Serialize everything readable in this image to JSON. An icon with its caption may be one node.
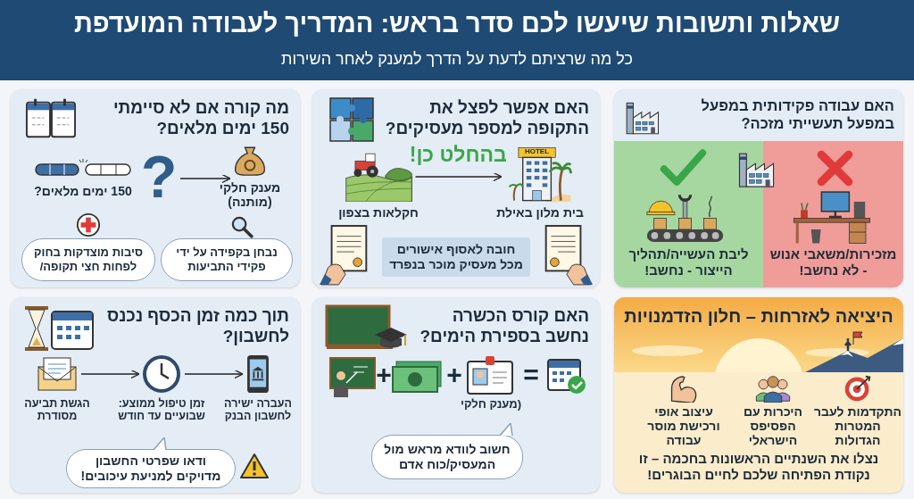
{
  "diagram": {
    "title": "שאלות ותשובות שיעשו לכם סדר בראש: המדריך לעבודה המועדפת",
    "nodes": [
      {
        "text": [
          "האם עבודה פקידותית במפעל במפעל תעשייתי מזכה?"
        ]
      },
      {
        "text": [
          "ליבת העשייה/תהליך הייצור - נחשב!"
        ],
        "in": 0
      },
      {
        "text": [
          "מזכירות/משאבי אנוש - לא נחשב!"
        ],
        "in": 0
      },
      {
        "text": [
          "האם אפשר לפצל את התקופה למספר מעסיקים?"
        ]
      },
      {
        "text": [
          "חקלאות בצפון"
        ],
        "in": 3
      },
      {
        "text": [
          "בית מלון באילת"
        ],
        "in": 3
      },
      {
        "text": [
          "חובה לאסוף אישורים מכל מעסיק מוכר בנפרד"
        ],
        "in": 3
      },
      {
        "text": [
          "מה קורה אם לא סיימתי 150 ימים מלאים?"
        ]
      },
      {
        "text": [
          "150 ימים מלאים?"
        ],
        "in": 7
      },
      {
        "text": [
          "?"
        ],
        "in": 7
      },
      {
        "text": [
          "מענק חלקי (מותנה)"
        ],
        "in": 7
      },
      {
        "text": [
          "סיבות מוצדקות בחוק לפחות חצי תקופה/"
        ],
        "in": 7
      },
      {
        "text": [
          "נבחן בקפידה על ידי פקידי התביעות"
        ],
        "in": 7
      },
      {
        "text": [
          "היציאה לאזרחות – חלון הזדמנויות",
          "נצלו את השנתיים הראשונות בחכמה – זו נקודת הפתיחה שלכם לחיים הבוגרים!"
        ]
      },
      {
        "text": [
          "האם קורס הכשרה נחשב בספירת הימים?"
        ]
      },
      {
        "text": [
          "חשוב לוודא מראש מול המעסיק/כוח אדם"
        ],
        "in": 14
      },
      {
        "text": [
          "תוך כמה זמן הכסף נכנס לחשבון?"
        ]
      },
      {
        "text": [
          "העברה ישירה לחשבון הבנק"
        ],
        "in": 16
      },
      {
        "text": [
          "זמן טיפול ממוצע: שבועיים עד חודש"
        ],
        "in": 16
      },
      {
        "text": [
          "הגשת תביעה מסודרת"
        ],
        "in": 16
      },
      {
        "text": [
          "ודאו שפרטי החשבון מדויקים למניעת עיכובים!"
        ],
        "in": 16
      }
    ],
    "edges": [
      {
        "from": 4,
        "to": 5,
        "arrow": "to",
        "label": "בהחלט כן!"
      },
      {
        "from": 9,
        "to": 10,
        "arrow": "to"
      },
      {
        "from": 19,
        "to": 18,
        "arrow": "to"
      },
      {
        "from": 18,
        "to": 17,
        "arrow": "to"
      }
    ],
    "labels": [
      "כל מה שרציתם לדעת על הדרך למענק לאחר השירות",
      "HOTEL",
      "התקדמות לעבר המטרות הגדולות",
      "היכרות עם הפסיפס הישראלי",
      "עיצוב אופי ורכישת מוסר עבודה",
      "=",
      "(מענק חלקי",
      "+",
      "+"
    ]
  }
}
